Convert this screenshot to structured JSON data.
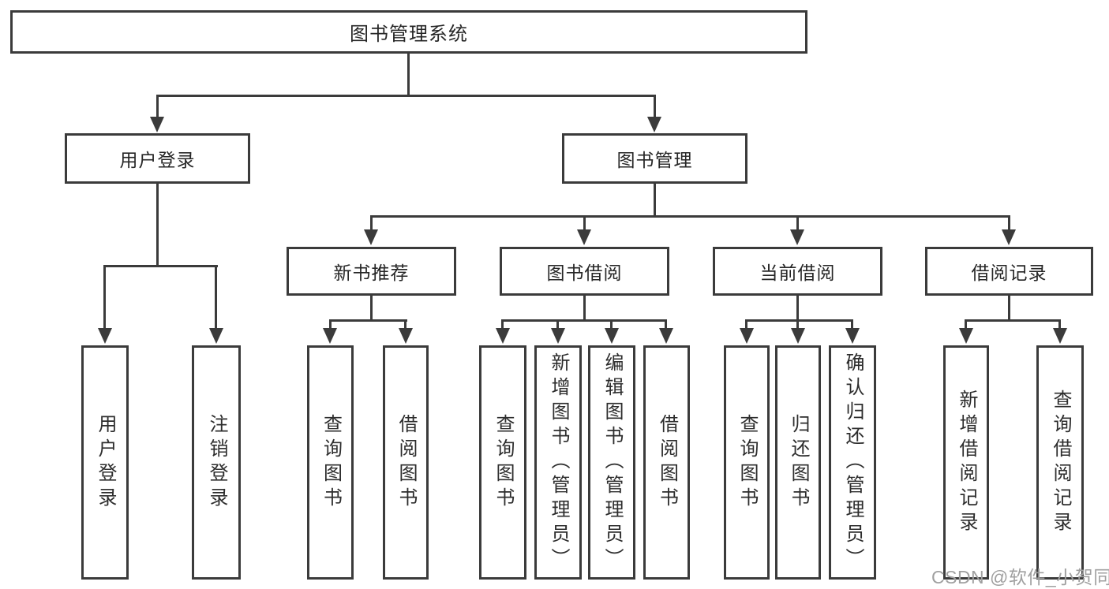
{
  "colors": {
    "line": "#3b3b3b",
    "box_border": "#3b3b3b",
    "text": "#262626",
    "watermark": "#a0a0a0",
    "background": "#ffffff"
  },
  "tree": {
    "label": "图书管理系统",
    "children": [
      {
        "label": "用户登录",
        "children": [
          {
            "label": "用户登录"
          },
          {
            "label": "注销登录"
          }
        ]
      },
      {
        "label": "图书管理",
        "children": [
          {
            "label": "新书推荐",
            "children": [
              {
                "label": "查询图书"
              },
              {
                "label": "借阅图书"
              }
            ]
          },
          {
            "label": "图书借阅",
            "children": [
              {
                "label": "查询图书"
              },
              {
                "label": "新增图书（管理员）"
              },
              {
                "label": "编辑图书（管理员）"
              },
              {
                "label": "借阅图书"
              }
            ]
          },
          {
            "label": "当前借阅",
            "children": [
              {
                "label": "查询图书"
              },
              {
                "label": "归还图书"
              },
              {
                "label": "确认归还（管理员）"
              }
            ]
          },
          {
            "label": "借阅记录",
            "children": [
              {
                "label": "新增借阅记录"
              },
              {
                "label": "查询借阅记录"
              }
            ]
          }
        ]
      }
    ]
  },
  "watermark": {
    "text": "CSDN @软件_小贺同学"
  }
}
